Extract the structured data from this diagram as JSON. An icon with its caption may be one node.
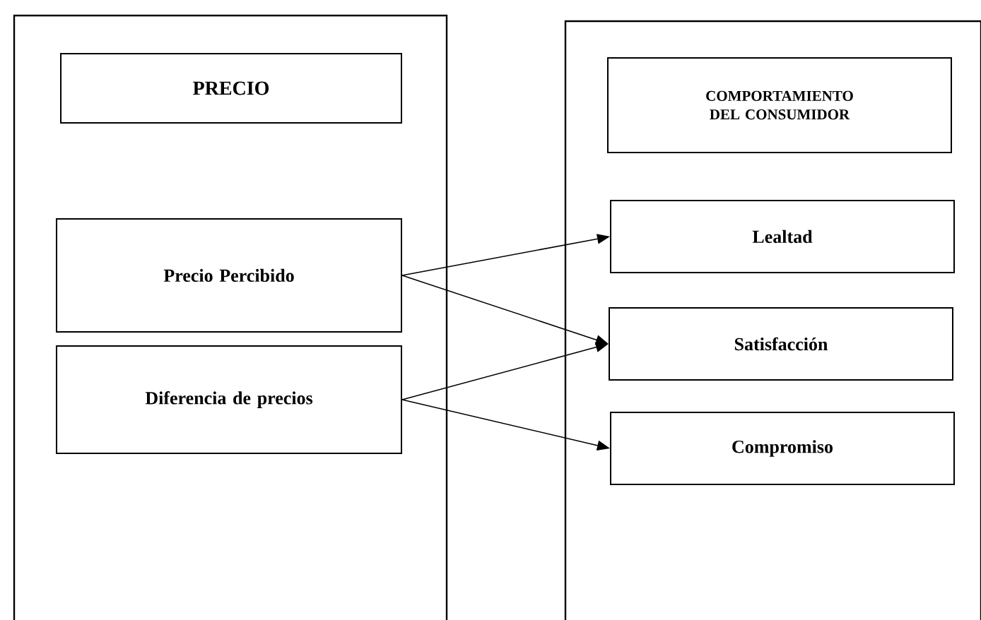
{
  "diagram": {
    "nodes": [
      {
        "text": [],
        "shape": "box"
      },
      {
        "text": [
          "PRECIO"
        ],
        "in": 0
      },
      {
        "text": [
          "Precio Percibido"
        ],
        "in": 0
      },
      {
        "text": [
          "Diferencia de precios"
        ],
        "in": 0
      },
      {
        "text": [],
        "shape": "box"
      },
      {
        "text": [
          "COMPORTAMIENTO DEL CONSUMIDOR"
        ],
        "in": 4
      },
      {
        "text": [
          "Lealtad"
        ],
        "in": 4
      },
      {
        "text": [
          "Satisfacción"
        ],
        "in": 4
      },
      {
        "text": [
          "Compromiso"
        ],
        "in": 4
      }
    ],
    "edges": [
      {
        "from": 2,
        "to": 6,
        "arrow": "to"
      },
      {
        "from": 2,
        "to": 7,
        "arrow": "to"
      },
      {
        "from": 3,
        "to": 7,
        "arrow": "to"
      },
      {
        "from": 3,
        "to": 8,
        "arrow": "to"
      }
    ]
  }
}
